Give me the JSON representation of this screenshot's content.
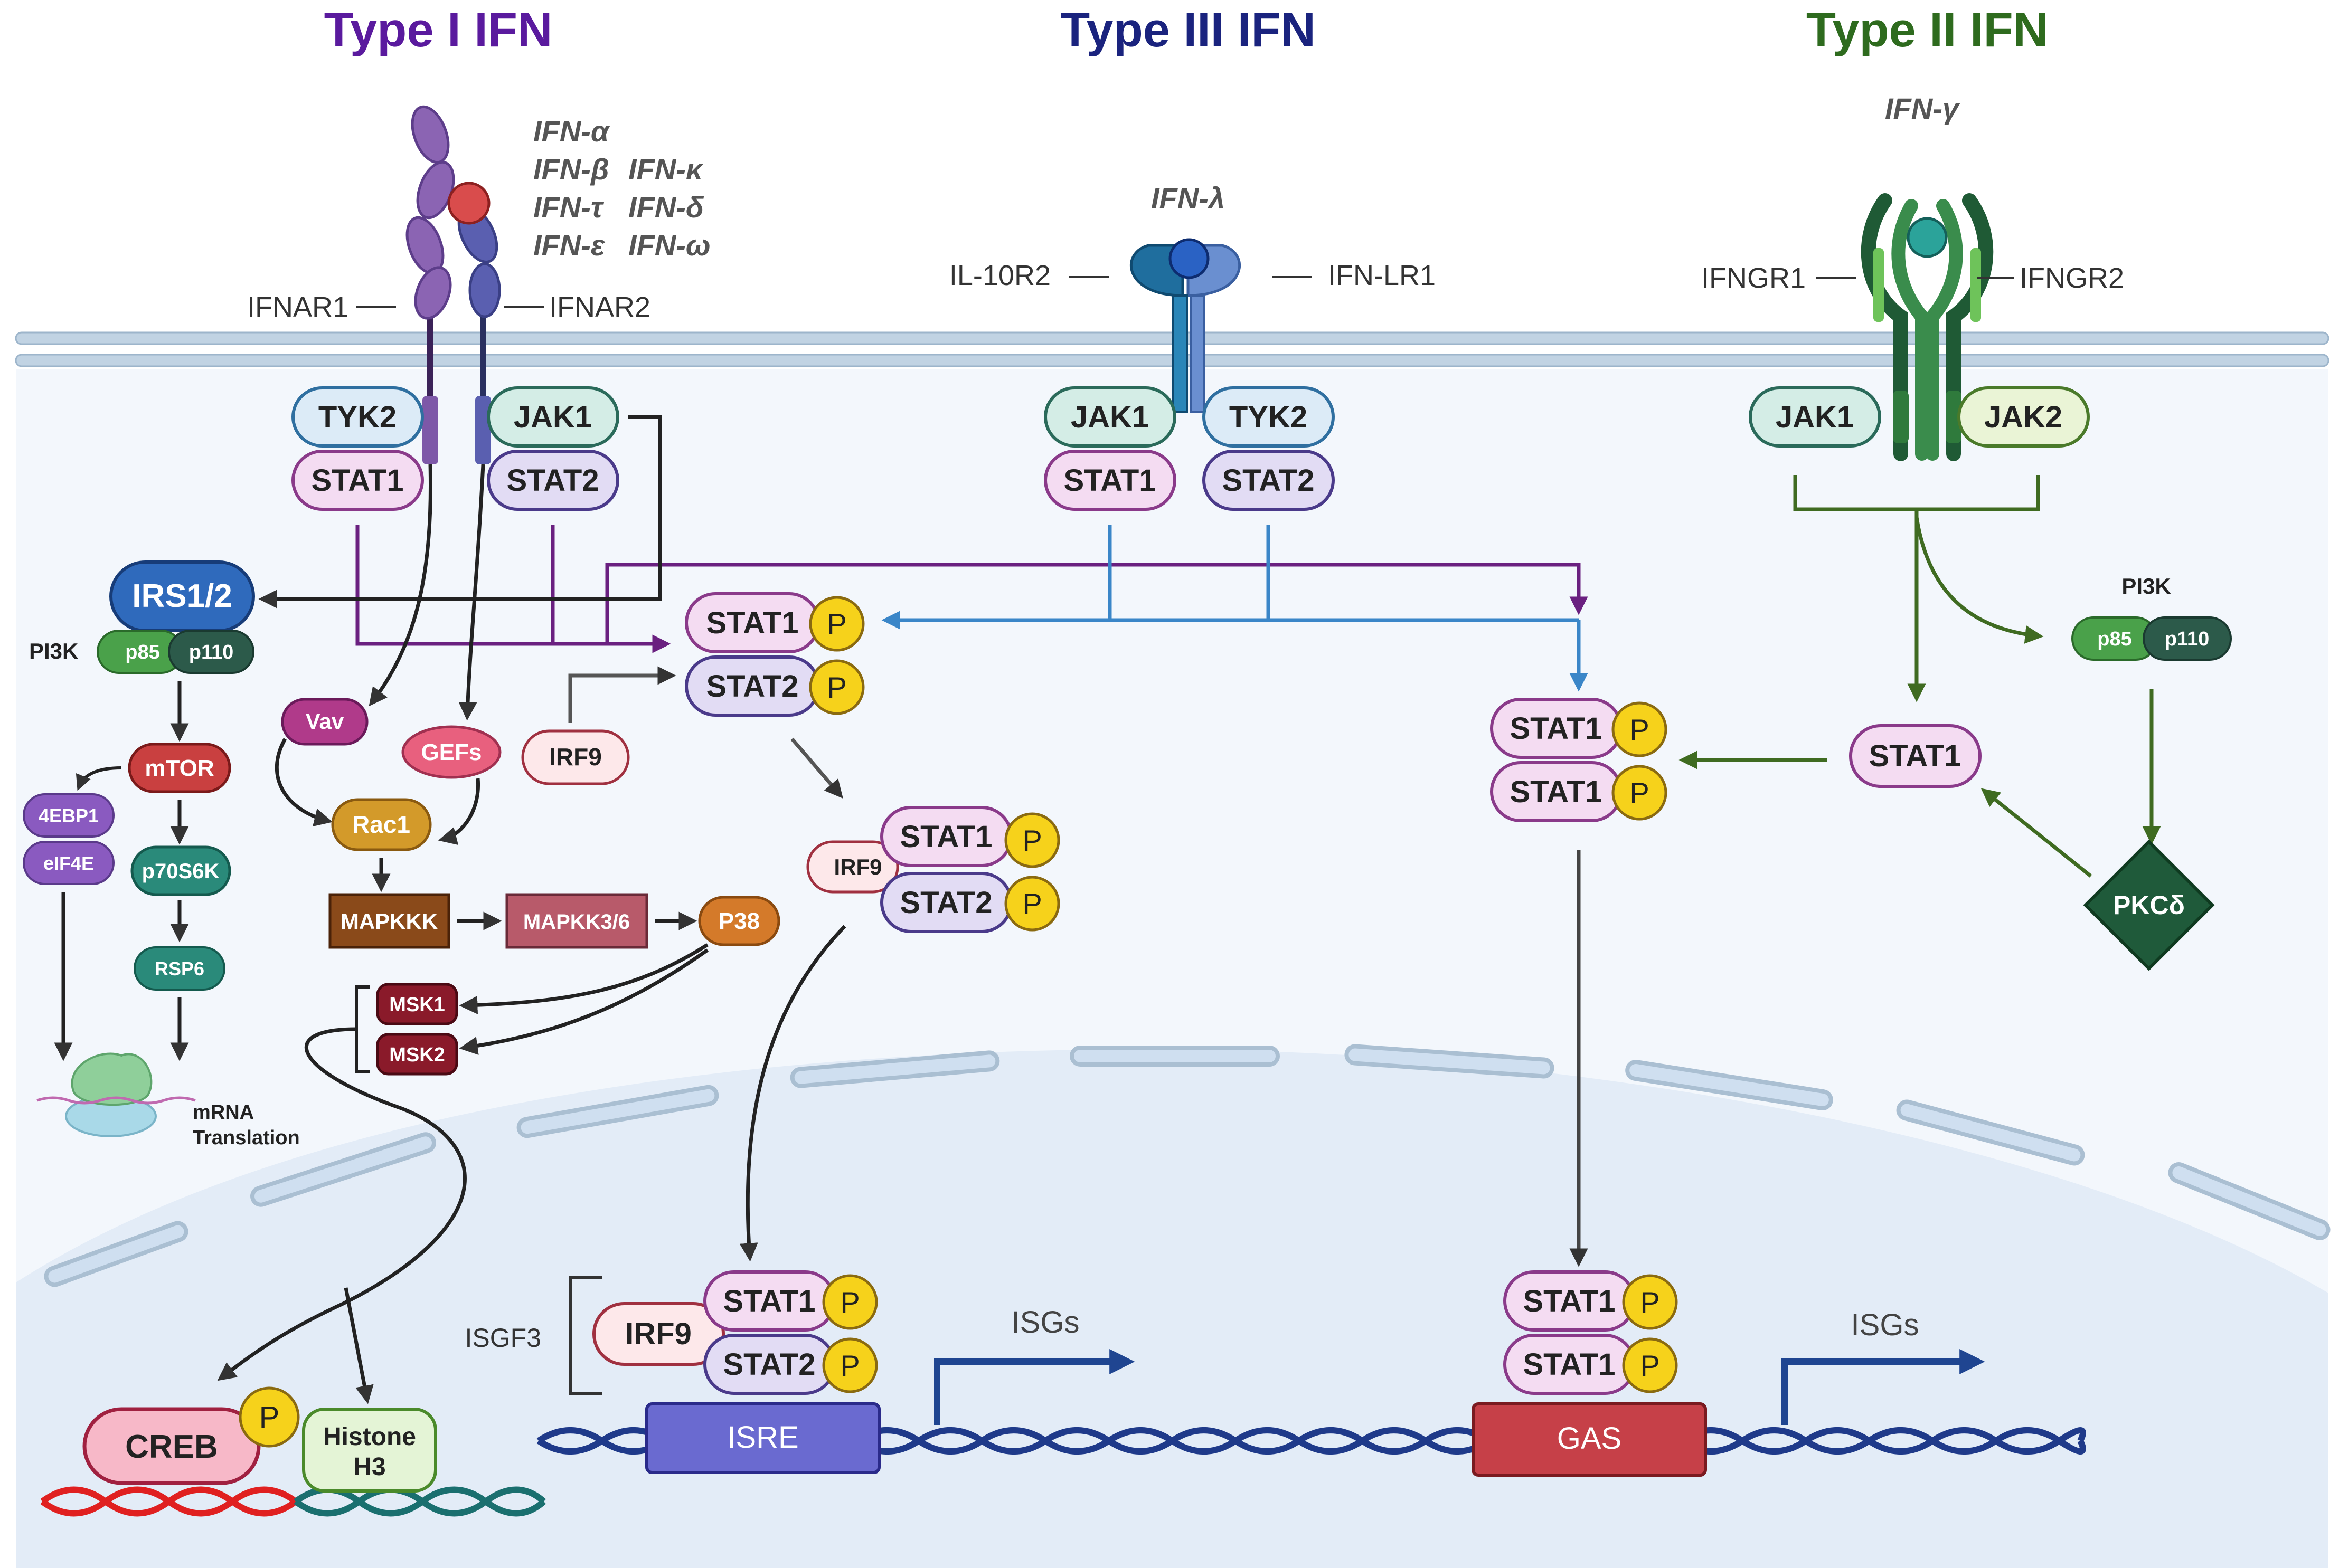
{
  "headers": {
    "type1": "Type I IFN",
    "type3": "Type III IFN",
    "type2": "Type II IFN"
  },
  "colors": {
    "type1": "#5a1a9e",
    "type3": "#1a237e",
    "type2": "#2e6b1e",
    "purple_arrow": "#6a2080",
    "blue_arrow": "#3a86c8",
    "green_arrow": "#3f6b21",
    "phospho": "#f6d21b"
  },
  "ligands": {
    "type1_line1": "IFN-α",
    "type1_line2a": "IFN-β",
    "type1_line2b": "IFN-κ",
    "type1_line3a": "IFN-τ",
    "type1_line3b": "IFN-δ",
    "type1_line4a": "IFN-ε",
    "type1_line4b": "IFN-ω",
    "type3": "IFN-λ",
    "type2": "IFN-γ"
  },
  "receptors": {
    "ifnar1": "IFNAR1",
    "ifnar2": "IFNAR2",
    "il10r2": "IL-10R2",
    "ifnlr1": "IFN-LR1",
    "ifngr1": "IFNGR1",
    "ifngr2": "IFNGR2"
  },
  "kinases": {
    "t1_tyk2": "TYK2",
    "t1_jak1": "JAK1",
    "t1_stat1": "STAT1",
    "t1_stat2": "STAT2",
    "t3_jak1": "JAK1",
    "t3_tyk2": "TYK2",
    "t3_stat1": "STAT1",
    "t3_stat2": "STAT2",
    "t2_jak1": "JAK1",
    "t2_jak2": "JAK2"
  },
  "left_pathway": {
    "irs": "IRS1/2",
    "pi3k": "PI3K",
    "p85": "p85",
    "p110": "p110",
    "mtor": "mTOR",
    "e4bp1": "4EBP1",
    "eif4e": "eIF4E",
    "p70s6k": "p70S6K",
    "rsp6": "RSP6",
    "mrna_line1": "mRNA",
    "mrna_line2": "Translation"
  },
  "mapk_pathway": {
    "vav": "Vav",
    "gefs": "GEFs",
    "rac1": "Rac1",
    "mapkkk": "MAPKKK",
    "mapkk": "MAPKK3/6",
    "p38": "P38",
    "msk1": "MSK1",
    "msk2": "MSK2",
    "creb": "CREB",
    "histone_line1": "Histone",
    "histone_line2": "H3"
  },
  "center": {
    "stat1": "STAT1",
    "stat2": "STAT2",
    "p": "P",
    "irf9": "IRF9"
  },
  "type2_side": {
    "pi3k": "PI3K",
    "p85": "p85",
    "p110": "p110",
    "stat1": "STAT1",
    "pkc": "PKCδ"
  },
  "nucleus": {
    "isgf3": "ISGF3",
    "isre": "ISRE",
    "gas": "GAS",
    "isgs_left": "ISGs",
    "isgs_right": "ISGs"
  }
}
